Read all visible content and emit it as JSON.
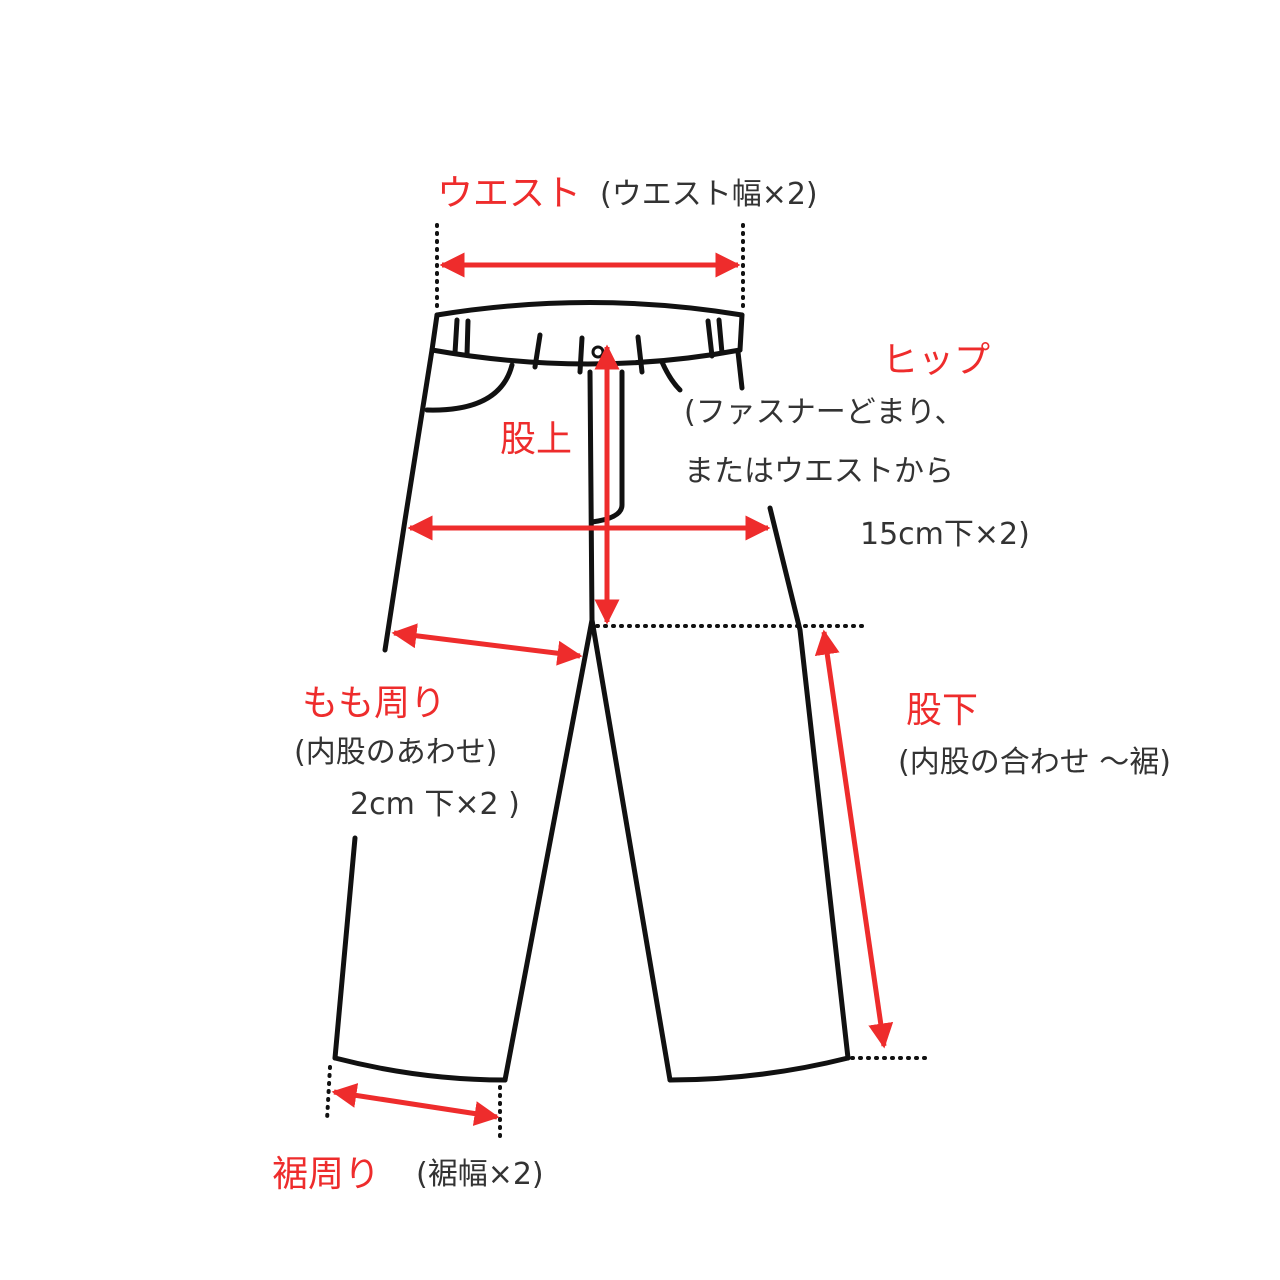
{
  "title": "パンツ 採寸ガイド",
  "colors": {
    "accent": "#ee2c2c",
    "outline": "#111111",
    "note_text": "#333333",
    "background": "#ffffff"
  },
  "measurements": {
    "waist": {
      "label": "ウエスト",
      "note": "(ウエスト幅×2)"
    },
    "hip": {
      "label": "ヒップ",
      "note_lines": [
        "(ファスナーどまり、",
        "またはウエストから",
        "15cm下×2)"
      ]
    },
    "rise": {
      "label": "股上"
    },
    "thigh": {
      "label": "もも周り",
      "note_lines": [
        "(内股のあわせ)",
        "2cm 下×2 )"
      ]
    },
    "inseam": {
      "label": "股下",
      "note": "(内股の合わせ ～裾)"
    },
    "hem": {
      "label": "裾周り",
      "note": "(裾幅×2)"
    }
  }
}
